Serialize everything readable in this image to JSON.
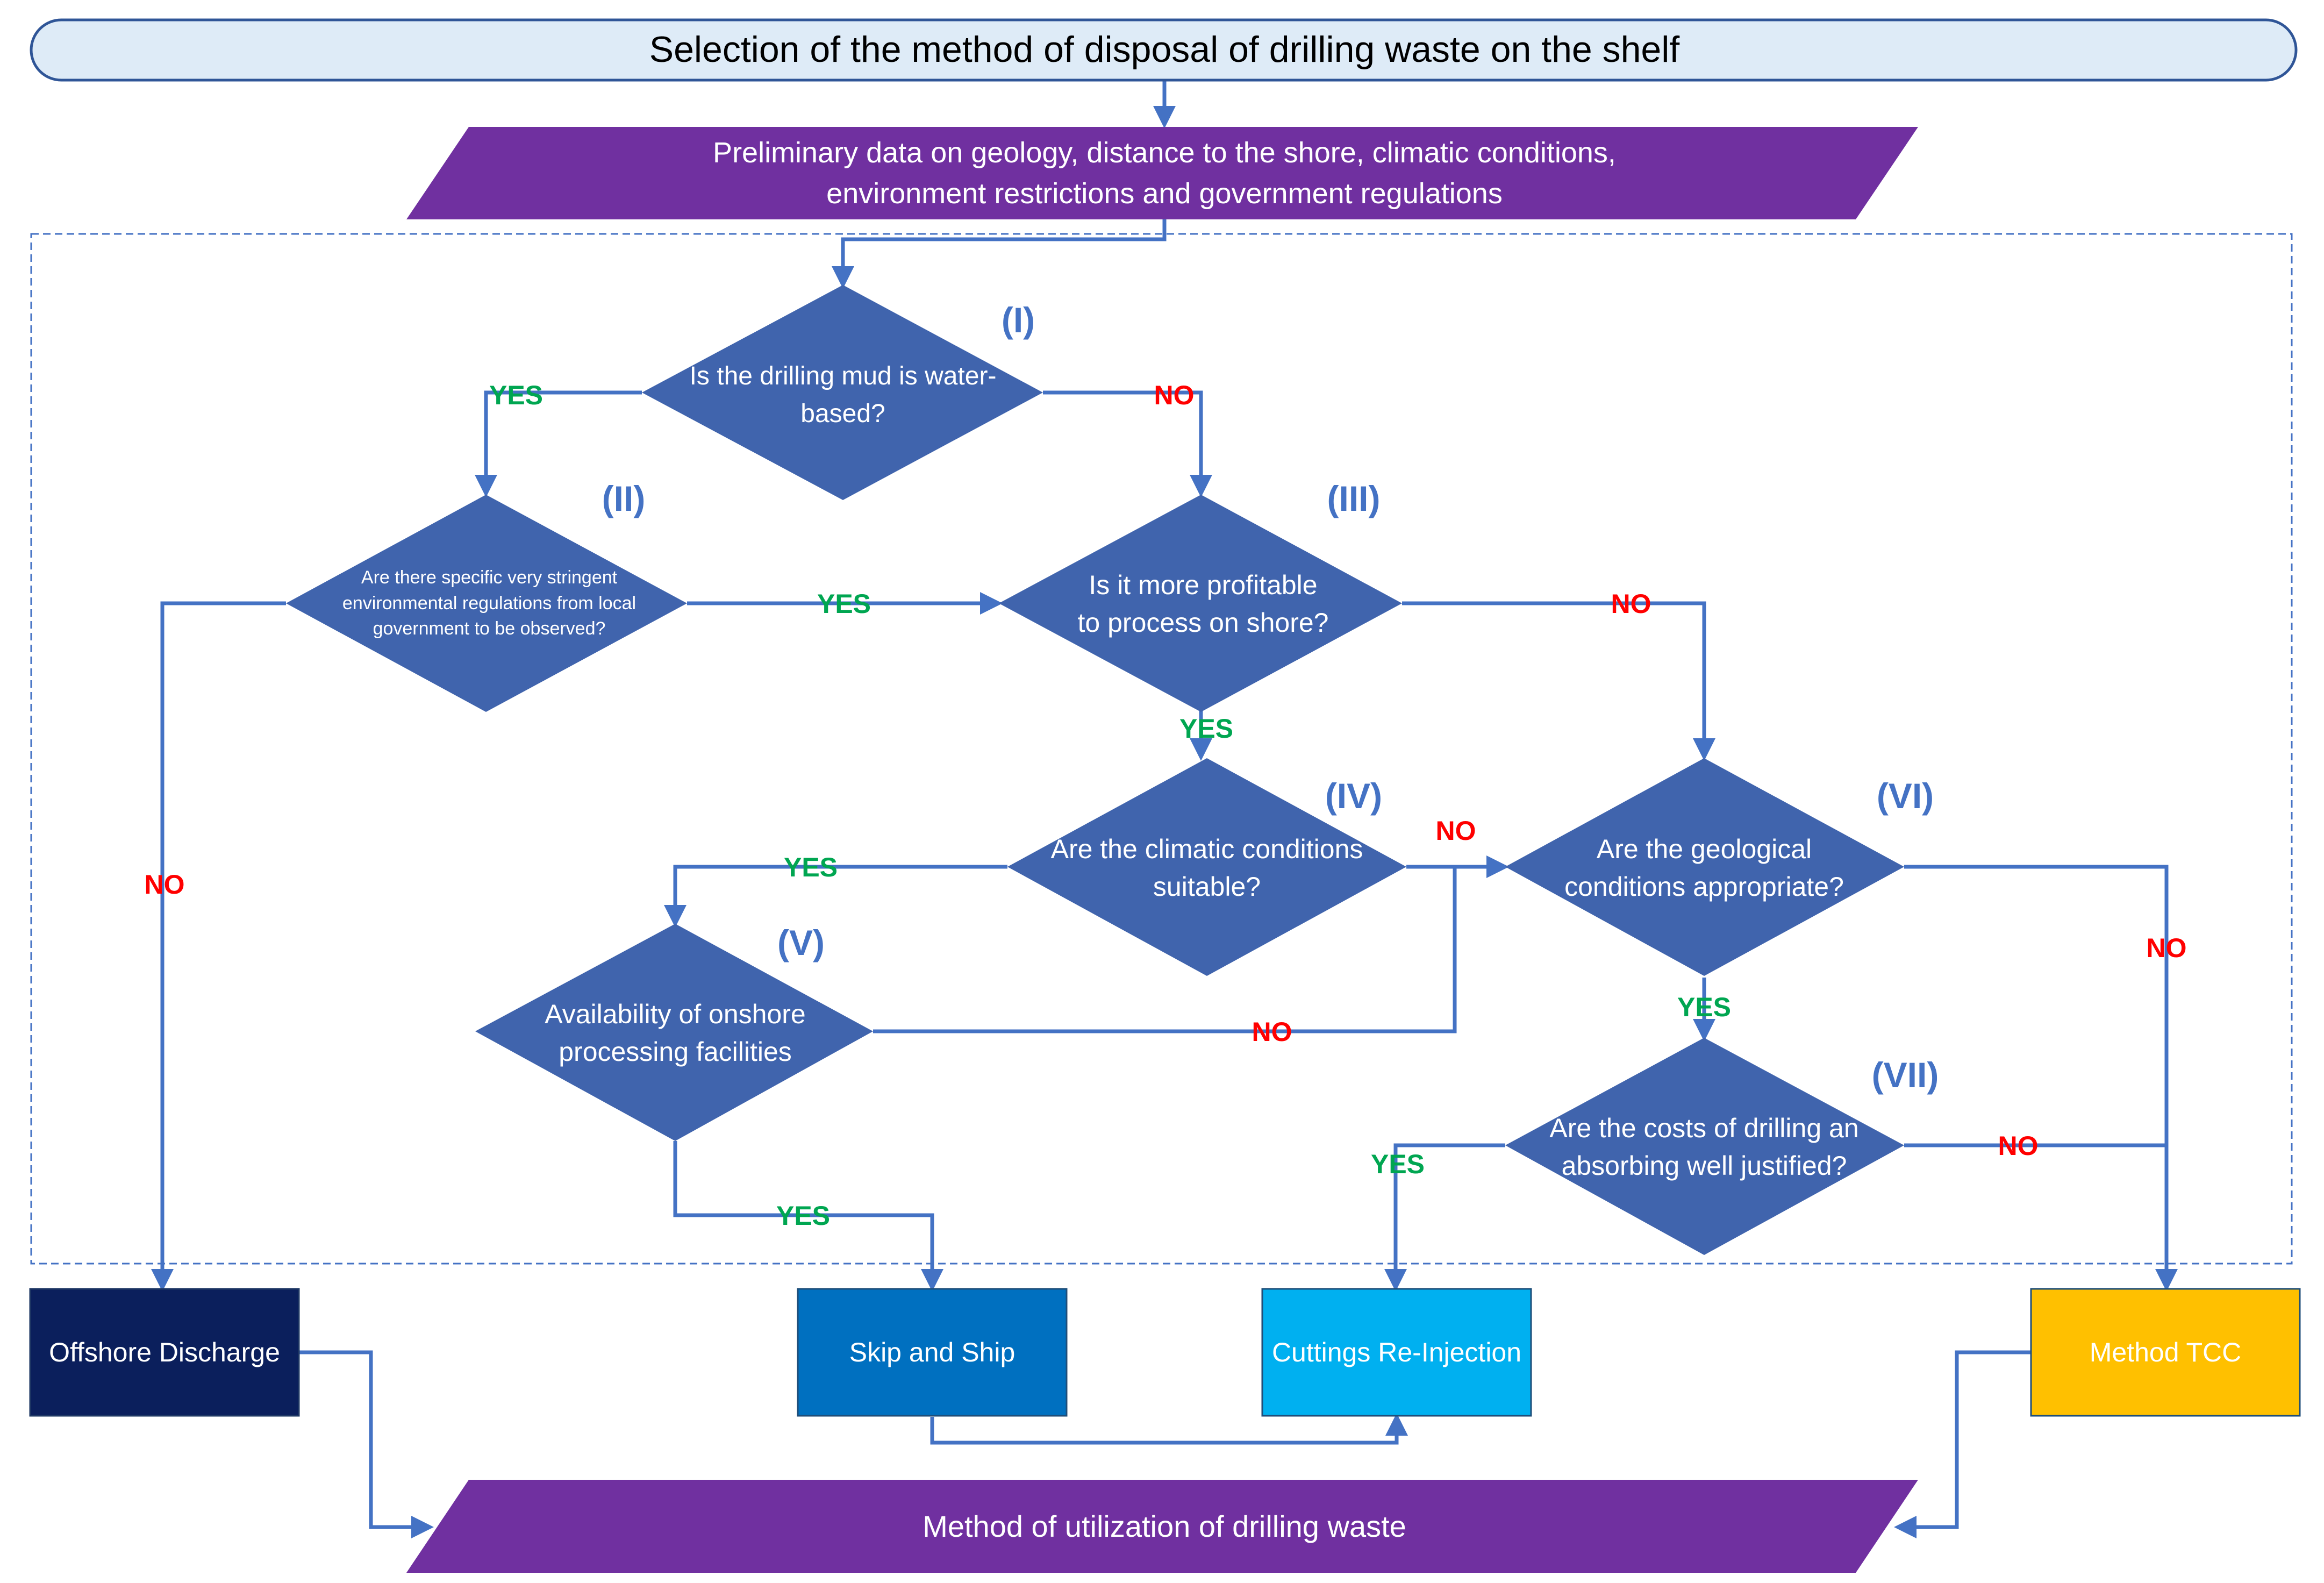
{
  "title": "Selection of the method of disposal of drilling waste on the shelf",
  "input": {
    "line1": "Preliminary data on geology, distance to the shore, climatic conditions,",
    "line2": "environment restrictions and government regulations"
  },
  "decisions": {
    "d1": {
      "numeral": "(I)",
      "line1": "Is the drilling mud is water-",
      "line2": "based?"
    },
    "d2": {
      "numeral": "(II)",
      "line1": "Are there specific very stringent",
      "line2": "environmental regulations from local",
      "line3": "government to be observed?"
    },
    "d3": {
      "numeral": "(III)",
      "line1": "Is it more profitable",
      "line2": "to process on shore?"
    },
    "d4": {
      "numeral": "(IV)",
      "line1": "Are the climatic conditions",
      "line2": "suitable?"
    },
    "d5": {
      "numeral": "(V)",
      "line1": "Availability of onshore",
      "line2": "processing facilities"
    },
    "d6": {
      "numeral": "(VI)",
      "line1": "Are the geological",
      "line2": "conditions appropriate?"
    },
    "d7": {
      "numeral": "(VII)",
      "line1": "Are the costs of drilling an",
      "line2": "absorbing well justified?"
    }
  },
  "labels": {
    "yes": "YES",
    "no": "NO"
  },
  "methods": {
    "offshore": "Offshore Discharge",
    "skip": "Skip and Ship",
    "cri": "Cuttings Re-Injection",
    "tcc": "Method TCC"
  },
  "output": "Method of utilization of drilling waste",
  "colors": {
    "title_fill": "#deebf7",
    "title_border": "#2f5597",
    "parallelogram": "#7030a0",
    "diamond": "#4064ad",
    "arrow": "#4472c4",
    "offshore": "#0b1f5c",
    "skip": "#0070c0",
    "cri": "#00b0f0",
    "tcc": "#ffc000",
    "yes": "#00a651",
    "no": "#ff0000"
  }
}
